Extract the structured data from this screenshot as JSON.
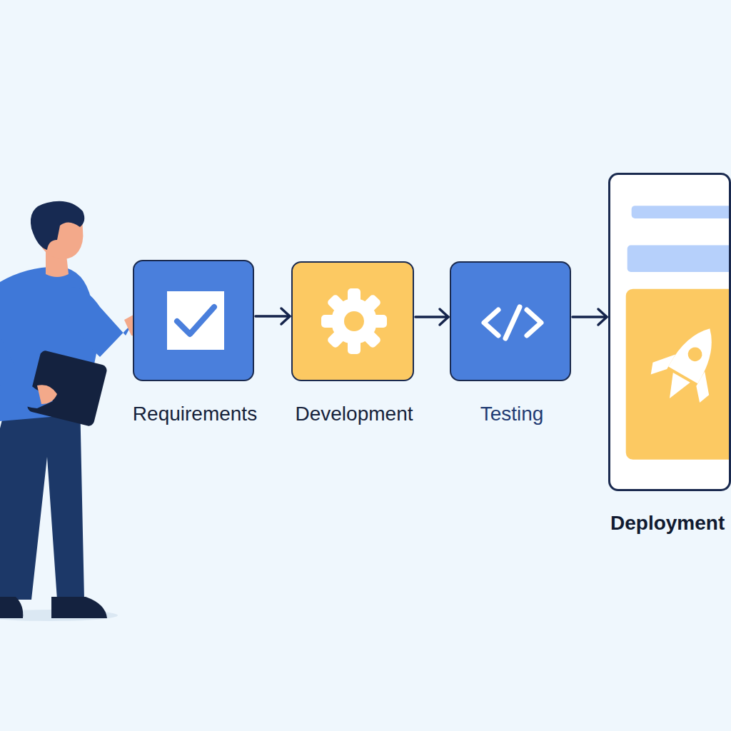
{
  "diagram": {
    "nodes": [
      {
        "text": [
          "Requirements"
        ]
      },
      {
        "text": [
          "Development"
        ]
      },
      {
        "text": [
          "Testing"
        ]
      },
      {
        "text": [
          "Deployment"
        ]
      }
    ],
    "edges": [
      {
        "from": 0,
        "to": 1,
        "arrow": "to"
      },
      {
        "from": 1,
        "to": 2,
        "arrow": "to"
      },
      {
        "from": 2,
        "to": 3,
        "arrow": "to"
      }
    ]
  }
}
